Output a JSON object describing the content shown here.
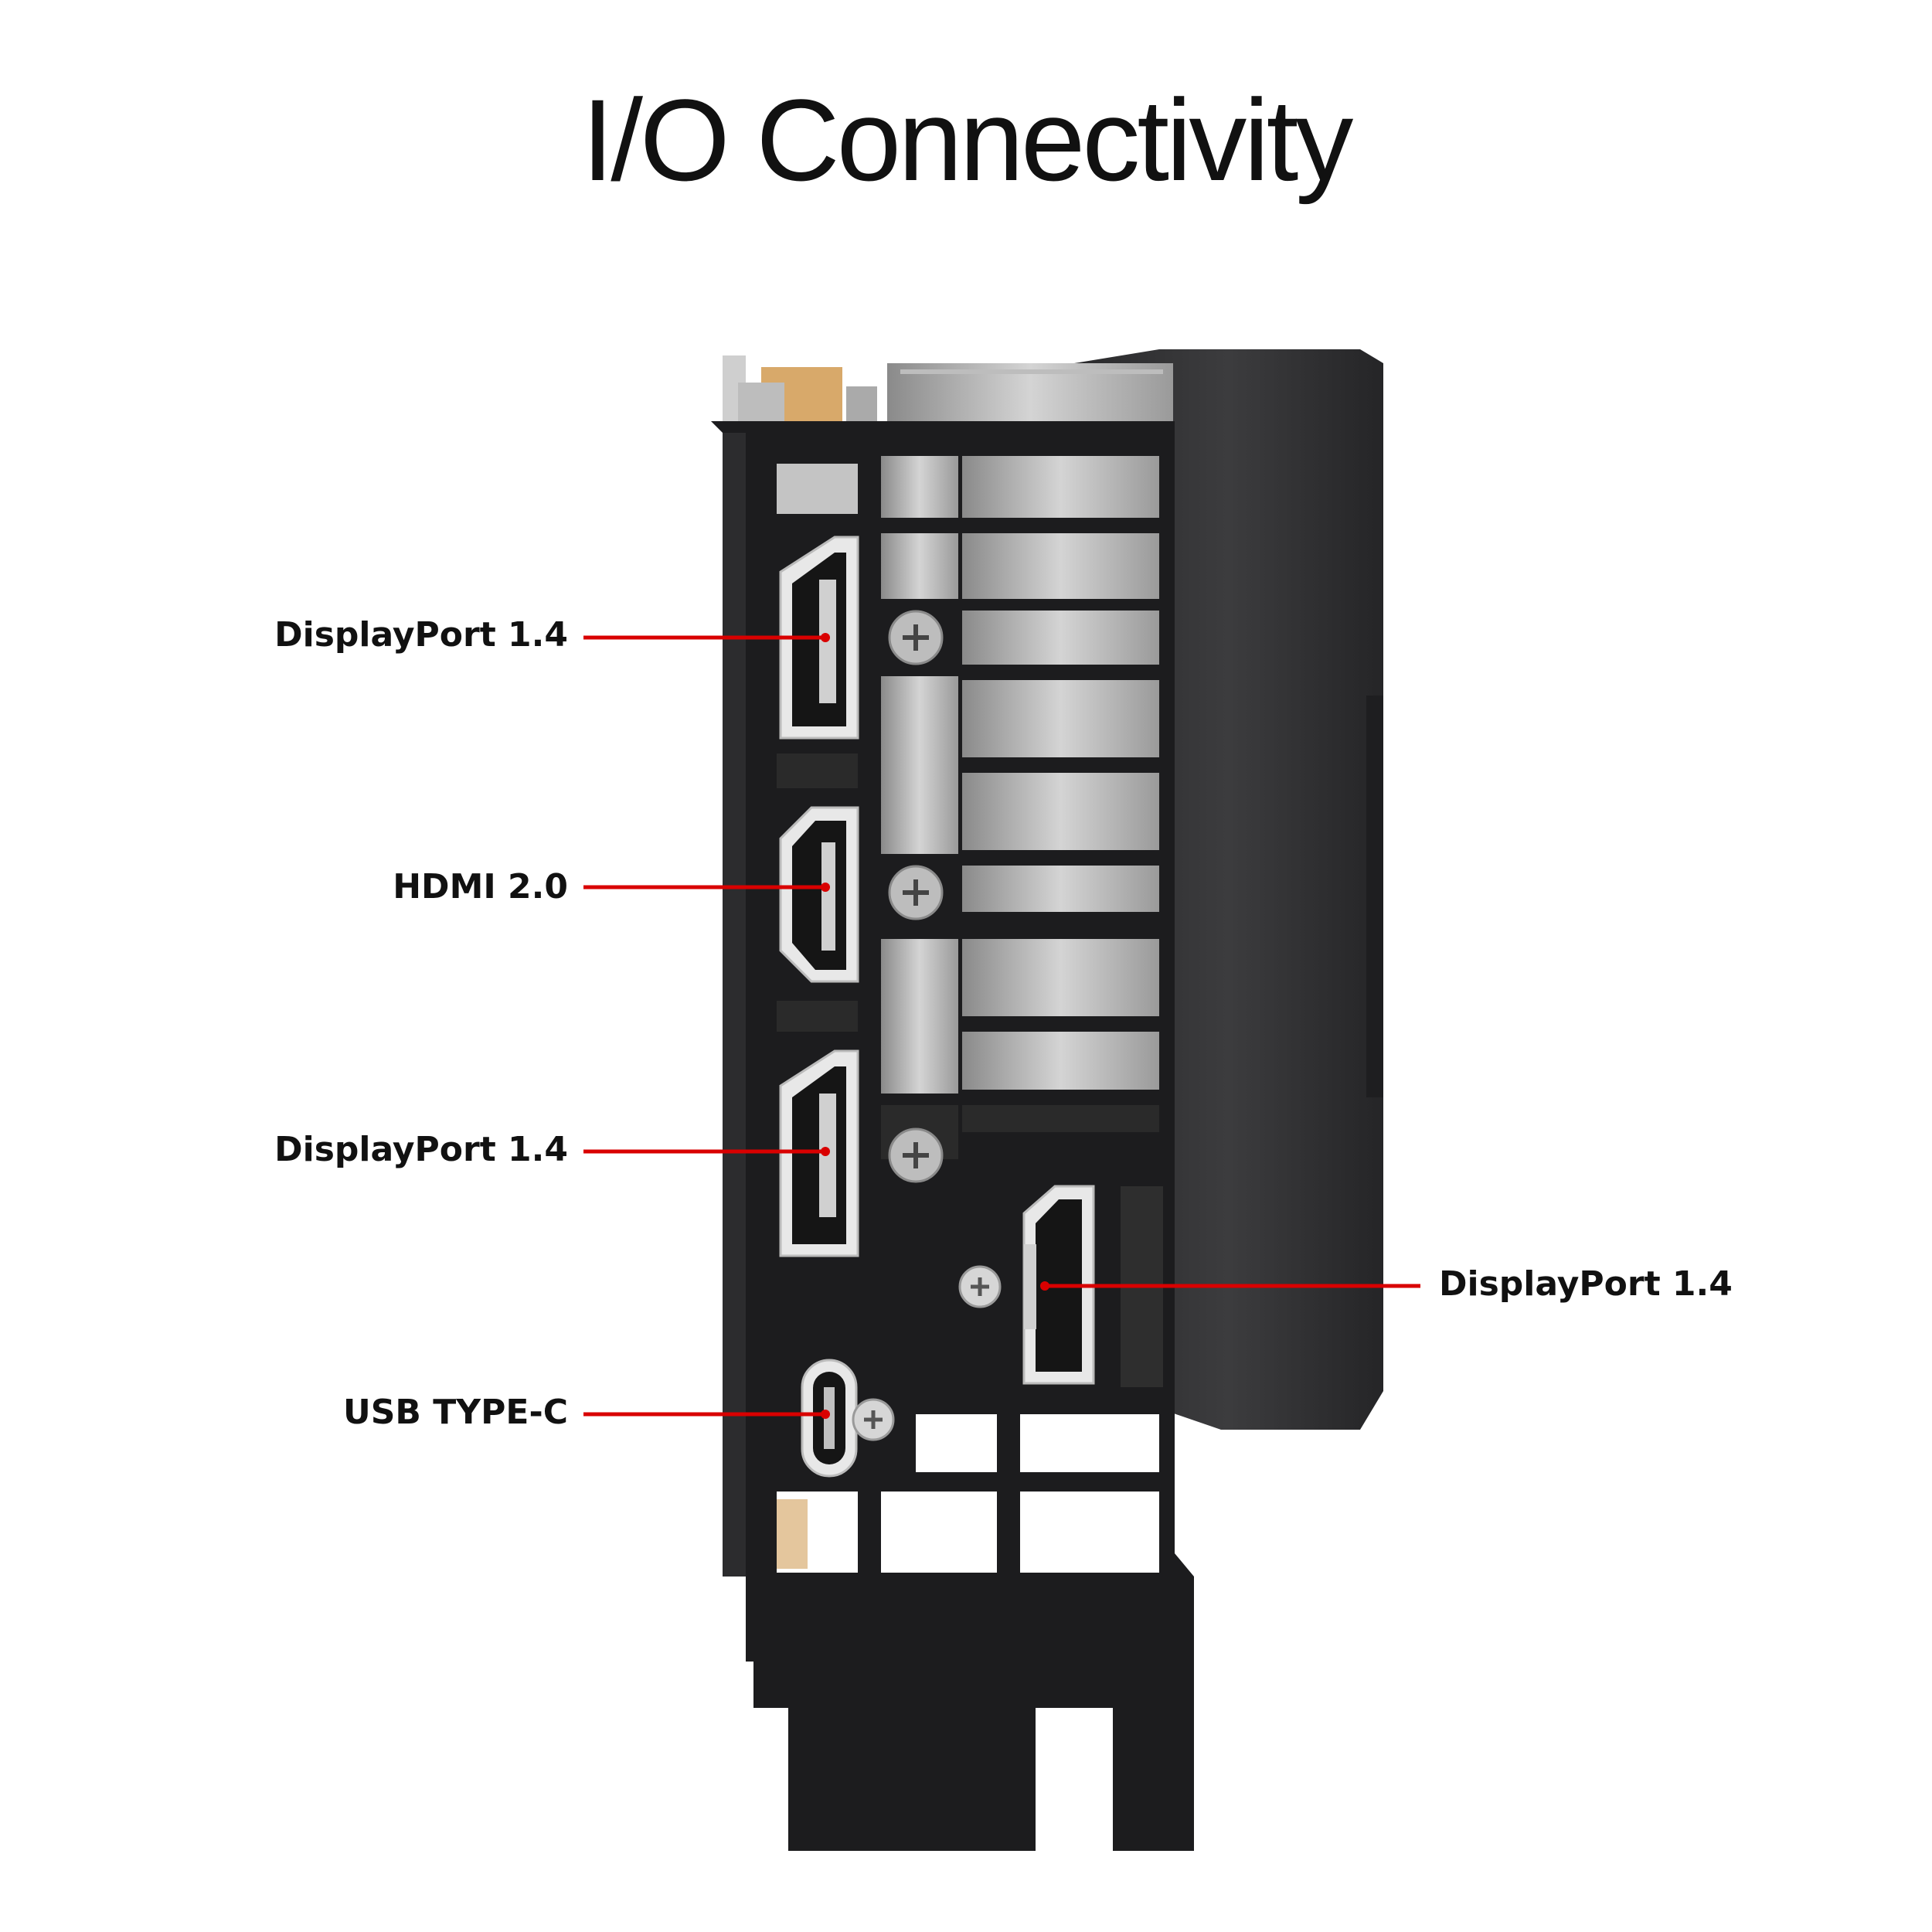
{
  "title": "I/O Connectivity",
  "accent_color": "#d90000",
  "callouts": [
    {
      "label": "DisplayPort 1.4",
      "side": "left"
    },
    {
      "label": "HDMI 2.0",
      "side": "left"
    },
    {
      "label": "DisplayPort 1.4",
      "side": "left"
    },
    {
      "label": "USB TYPE-C",
      "side": "left"
    },
    {
      "label": "DisplayPort 1.4",
      "side": "right"
    }
  ]
}
